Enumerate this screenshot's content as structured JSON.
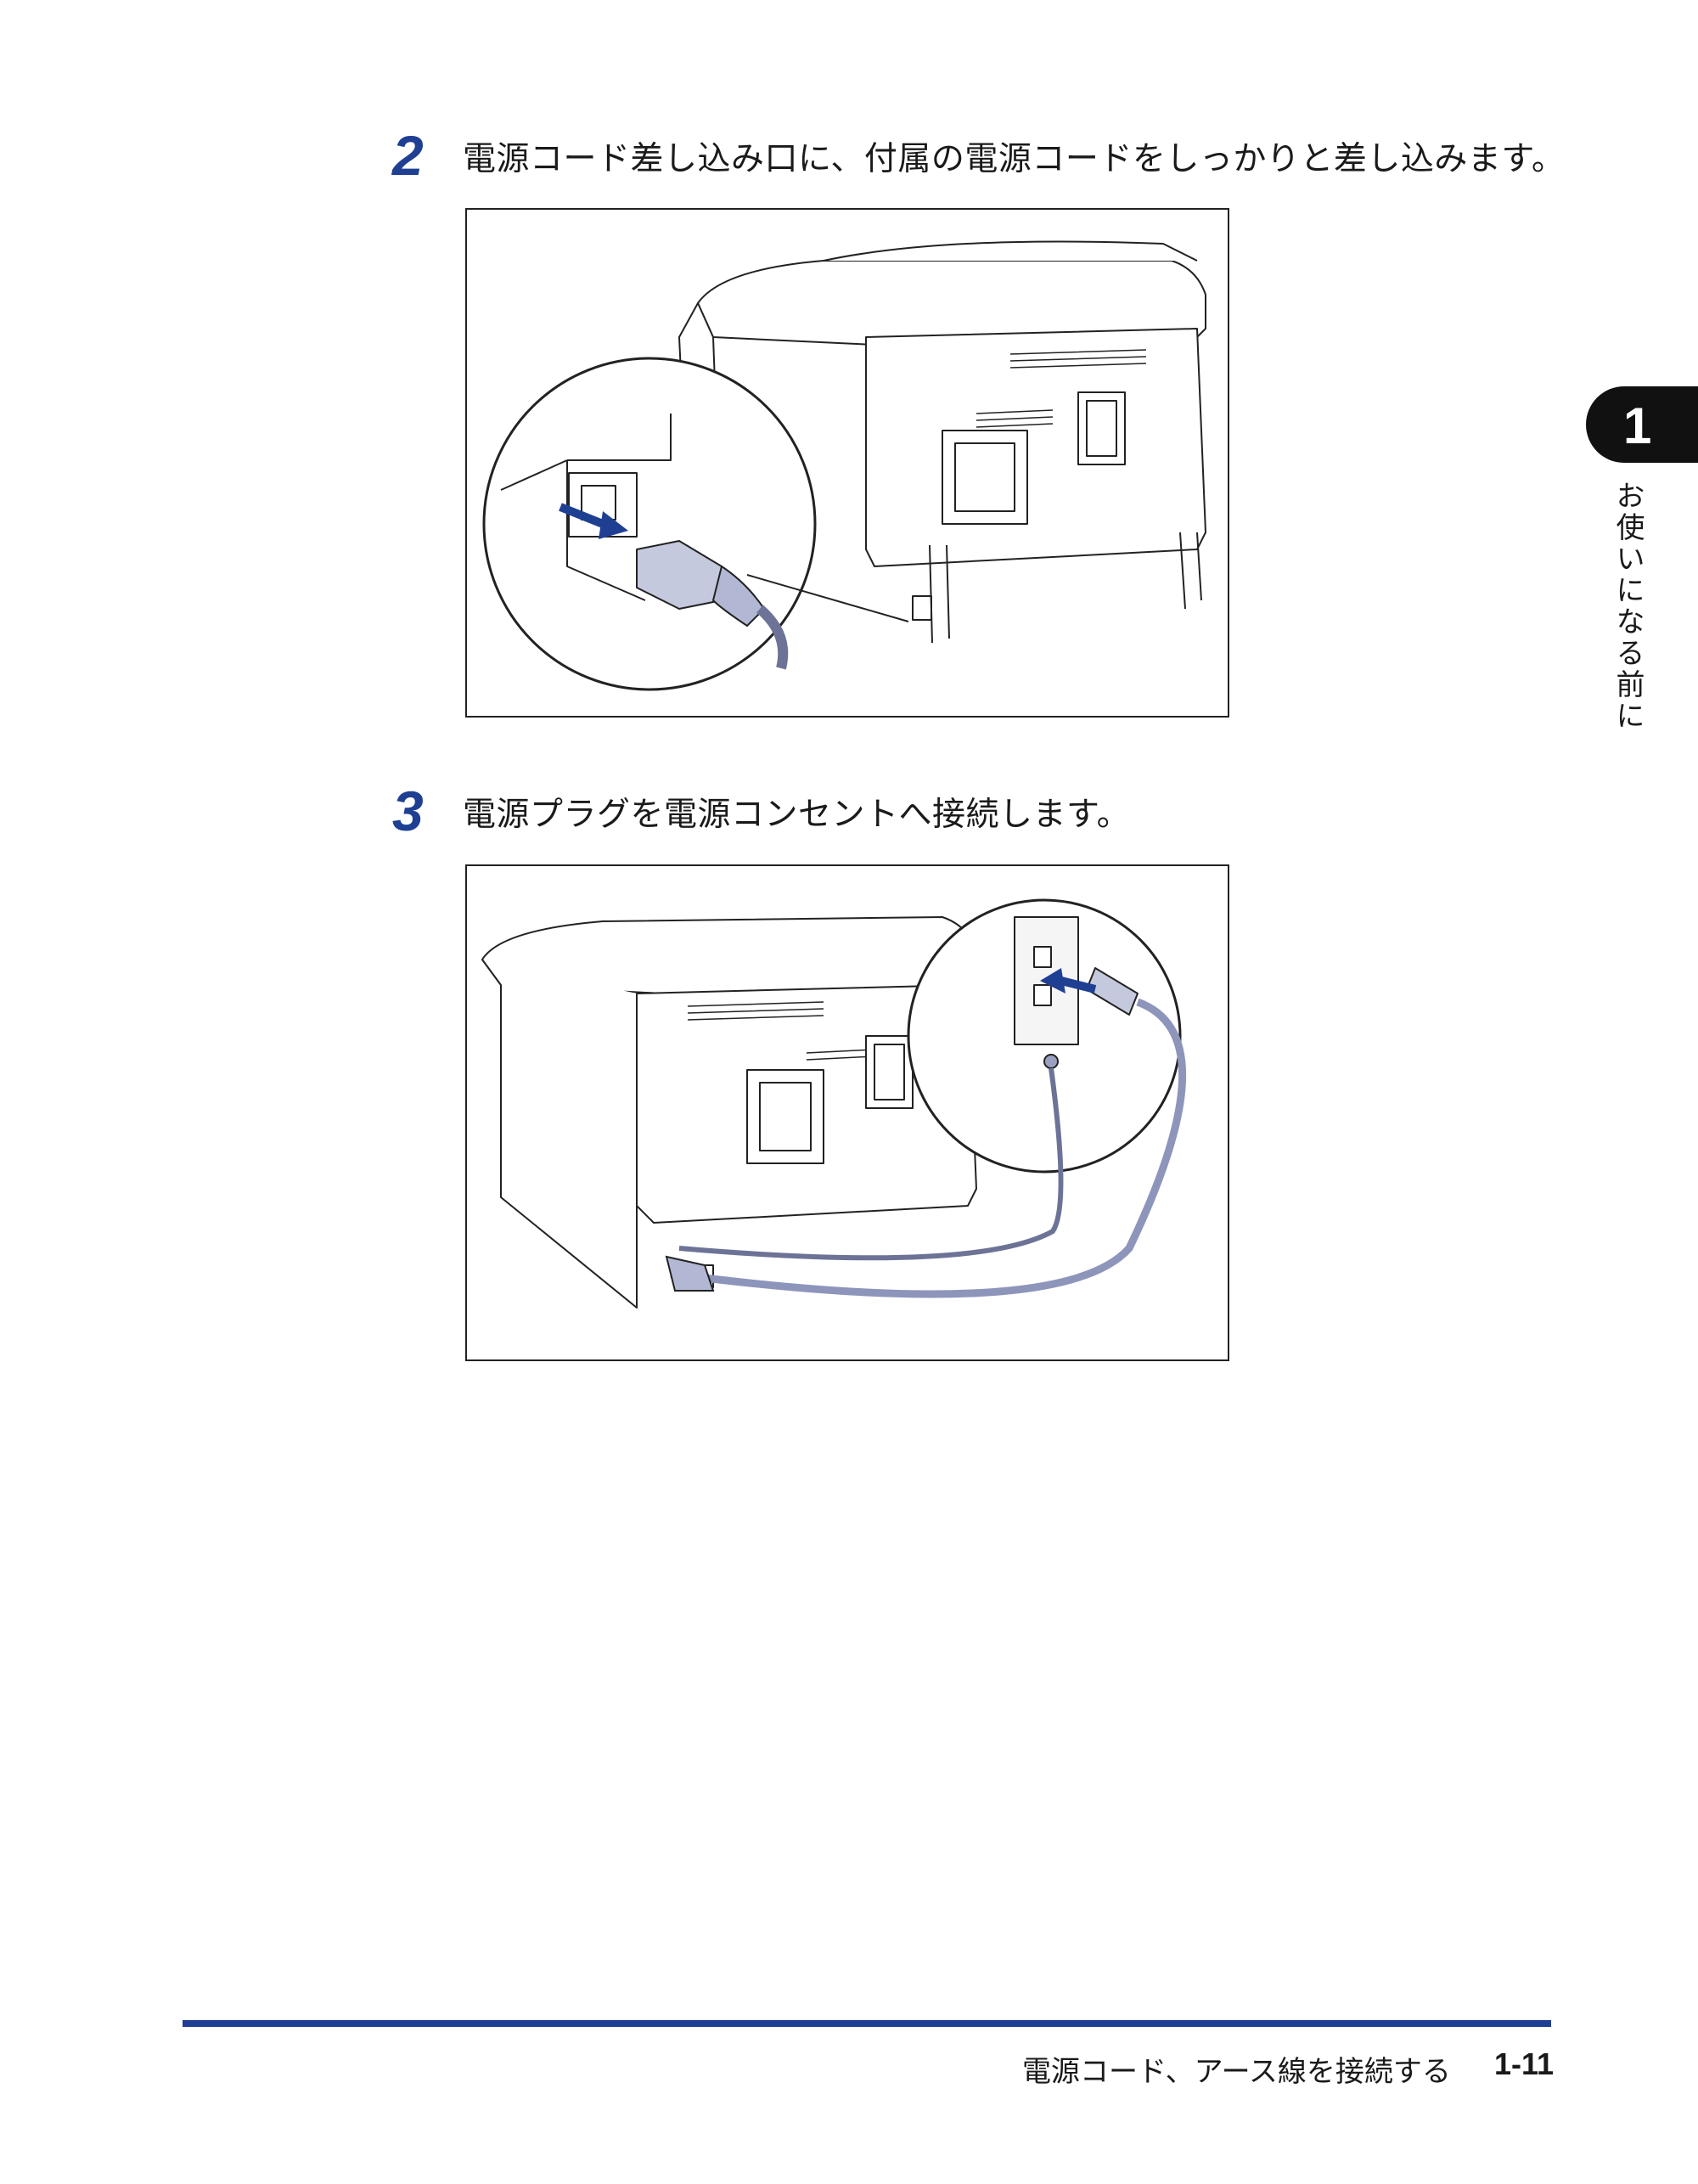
{
  "steps": [
    {
      "number": "2",
      "text": "電源コード差し込み口に、付属の電源コードをしっかりと差し込みます。"
    },
    {
      "number": "3",
      "text": "電源プラグを電源コンセントへ接続します。"
    }
  ],
  "chapter_tab": {
    "number": "1",
    "label": "お使いになる前に"
  },
  "footer": {
    "section_title": "電源コード、アース線を接続する",
    "page_number": "1-11"
  },
  "colors": {
    "accent": "#1f3f93",
    "cord": "#9fa6c7",
    "arrow": "#1f3f93"
  }
}
